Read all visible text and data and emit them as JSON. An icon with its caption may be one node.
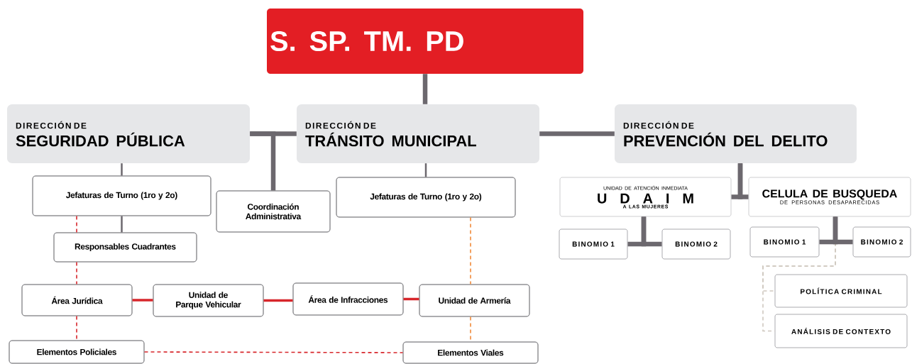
{
  "diagram": {
    "nodes": [
      {
        "text": [
          "S. SP. TM. PD"
        ]
      },
      {
        "text": [
          "DIRECCIÓN DE",
          "SEGURIDAD PÚBLICA"
        ]
      },
      {
        "text": [
          "DIRECCIÓN DE",
          "TRÁNSITO MUNICIPAL"
        ]
      },
      {
        "text": [
          "DIRECCIÓN DE",
          "PREVENCIÓN DEL DELITO"
        ]
      },
      {
        "text": [
          "Jefaturas de Turno (1ro y 2o)"
        ]
      },
      {
        "text": [
          "Coordinación Administrativa"
        ]
      },
      {
        "text": [
          "Jefaturas de Turno (1ro y 2o)"
        ]
      },
      {
        "text": [
          "UNIDAD DE ATENCIÓN INMEDIATA",
          "U D A I M",
          "A LAS MUJERES"
        ]
      },
      {
        "text": [
          "CELULA DE BUSQUEDA",
          "DE PERSONAS DESAPARECIDAS"
        ]
      },
      {
        "text": [
          "Responsables Cuadrantes"
        ]
      },
      {
        "text": [
          "BINOMIO 1"
        ]
      },
      {
        "text": [
          "BINOMIO 2"
        ]
      },
      {
        "text": [
          "BINOMIO 1"
        ]
      },
      {
        "text": [
          "BINOMIO 2"
        ]
      },
      {
        "text": [
          "Área Jurídica"
        ]
      },
      {
        "text": [
          "Unidad de Parque Vehicular"
        ]
      },
      {
        "text": [
          "Área de Infracciones"
        ]
      },
      {
        "text": [
          "Unidad de Armería"
        ]
      },
      {
        "text": [
          "POLÍTICA CRIMINAL"
        ]
      },
      {
        "text": [
          "ANÁLISIS DE CONTEXTO"
        ]
      },
      {
        "text": [
          "Elementos Policiales"
        ]
      },
      {
        "text": [
          "Elementos Viales"
        ]
      }
    ],
    "edges": [
      {
        "from": 0,
        "to": 2,
        "arrow": "none",
        "style": "thick"
      },
      {
        "from": 1,
        "to": 2,
        "arrow": "none",
        "style": "thick"
      },
      {
        "from": 2,
        "to": 3,
        "arrow": "none",
        "style": "thick"
      },
      {
        "from": 1,
        "to": 5,
        "arrow": "none",
        "style": "thick"
      },
      {
        "from": 1,
        "to": 4,
        "arrow": "none"
      },
      {
        "from": 2,
        "to": 6,
        "arrow": "none"
      },
      {
        "from": 3,
        "to": 7,
        "arrow": "none",
        "style": "thick"
      },
      {
        "from": 3,
        "to": 8,
        "arrow": "none",
        "style": "thick"
      },
      {
        "from": 4,
        "to": 9,
        "arrow": "none"
      },
      {
        "from": 4,
        "to": 9,
        "arrow": "none",
        "style": "dashed",
        "color": "#d7262b"
      },
      {
        "from": 9,
        "to": 14,
        "arrow": "none",
        "style": "dashed",
        "color": "#d7262b"
      },
      {
        "from": 7,
        "to": 10,
        "arrow": "none",
        "style": "thick"
      },
      {
        "from": 7,
        "to": 11,
        "arrow": "none",
        "style": "thick"
      },
      {
        "from": 8,
        "to": 18,
        "arrow": "none",
        "style": "dashed",
        "color": "#cfc8bf"
      },
      {
        "from": 8,
        "to": 19,
        "arrow": "none",
        "style": "dashed",
        "color": "#cfc8bf"
      },
      {
        "from": 8,
        "to": 12,
        "arrow": "none",
        "style": "thick"
      },
      {
        "from": 8,
        "to": 13,
        "arrow": "none",
        "style": "thick"
      },
      {
        "from": 14,
        "to": 15,
        "arrow": "none",
        "color": "#d7262b"
      },
      {
        "from": 15,
        "to": 16,
        "arrow": "none",
        "color": "#d7262b"
      },
      {
        "from": 16,
        "to": 17,
        "arrow": "none",
        "color": "#d7262b"
      },
      {
        "from": 6,
        "to": 17,
        "arrow": "none",
        "style": "dashed",
        "color": "#f08a3a"
      },
      {
        "from": 14,
        "to": 20,
        "arrow": "none",
        "style": "dashed",
        "color": "#d7262b"
      },
      {
        "from": 17,
        "to": 21,
        "arrow": "none",
        "style": "dashed",
        "color": "#f08a3a"
      },
      {
        "from": 20,
        "to": 21,
        "arrow": "none",
        "style": "dashed",
        "color": "#d7262b"
      }
    ]
  }
}
